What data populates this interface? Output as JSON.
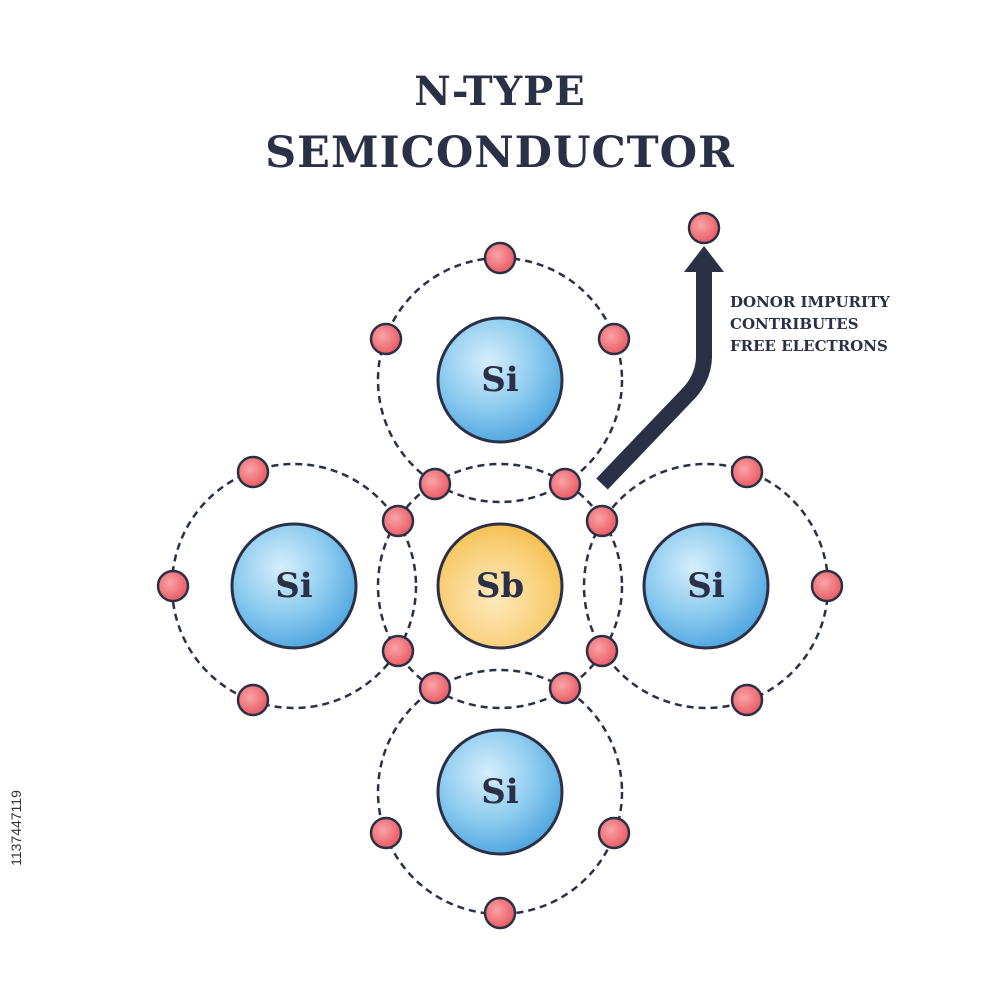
{
  "title": {
    "line1": "N-TYPE",
    "line2": "SEMICONDUCTOR"
  },
  "annotation": {
    "lines": [
      "DONOR IMPURITY",
      "CONTRIBUTES",
      "FREE ELECTRONS"
    ]
  },
  "atoms": {
    "center": {
      "symbol": "Sb",
      "kind": "donor"
    },
    "top": {
      "symbol": "Si",
      "kind": "host"
    },
    "left": {
      "symbol": "Si",
      "kind": "host"
    },
    "right": {
      "symbol": "Si",
      "kind": "host"
    },
    "bottom": {
      "symbol": "Si",
      "kind": "host"
    }
  },
  "stock_id": "1137447119",
  "colors": {
    "outline": "#2b3047",
    "silicon": "#5aaee3",
    "antimony": "#f6c04e",
    "electron": "#ef6f76"
  }
}
